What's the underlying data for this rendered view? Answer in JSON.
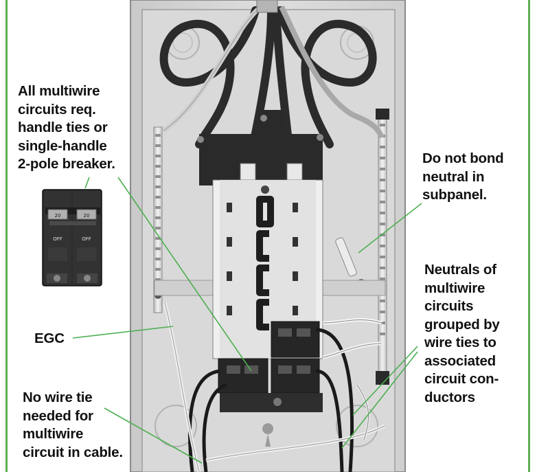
{
  "callouts": {
    "multiwire_handle_ties": [
      "All multiwire",
      "circuits req.",
      "handle ties or",
      "single-handle",
      "2-pole breaker."
    ],
    "no_bond_neutral": [
      "Do not bond",
      "neutral in",
      "subpanel."
    ],
    "egc": [
      "EGC"
    ],
    "neutrals_grouped": [
      "Neutrals of",
      "multiwire",
      "circuits",
      "grouped by",
      "wire ties to",
      "associated",
      "circuit con-",
      "ductors"
    ],
    "no_wire_tie": [
      "No wire tie",
      "needed for",
      "multiwire",
      "circuit in cable."
    ]
  },
  "breaker_inset": {
    "rating_left": "20",
    "rating_right": "20",
    "off_left": "OFF",
    "off_right": "OFF"
  },
  "colors": {
    "leader_line": "#4caf50",
    "frame_border": "#5fae54",
    "panel_fill": "#d6d6d6",
    "text": "#111111"
  }
}
